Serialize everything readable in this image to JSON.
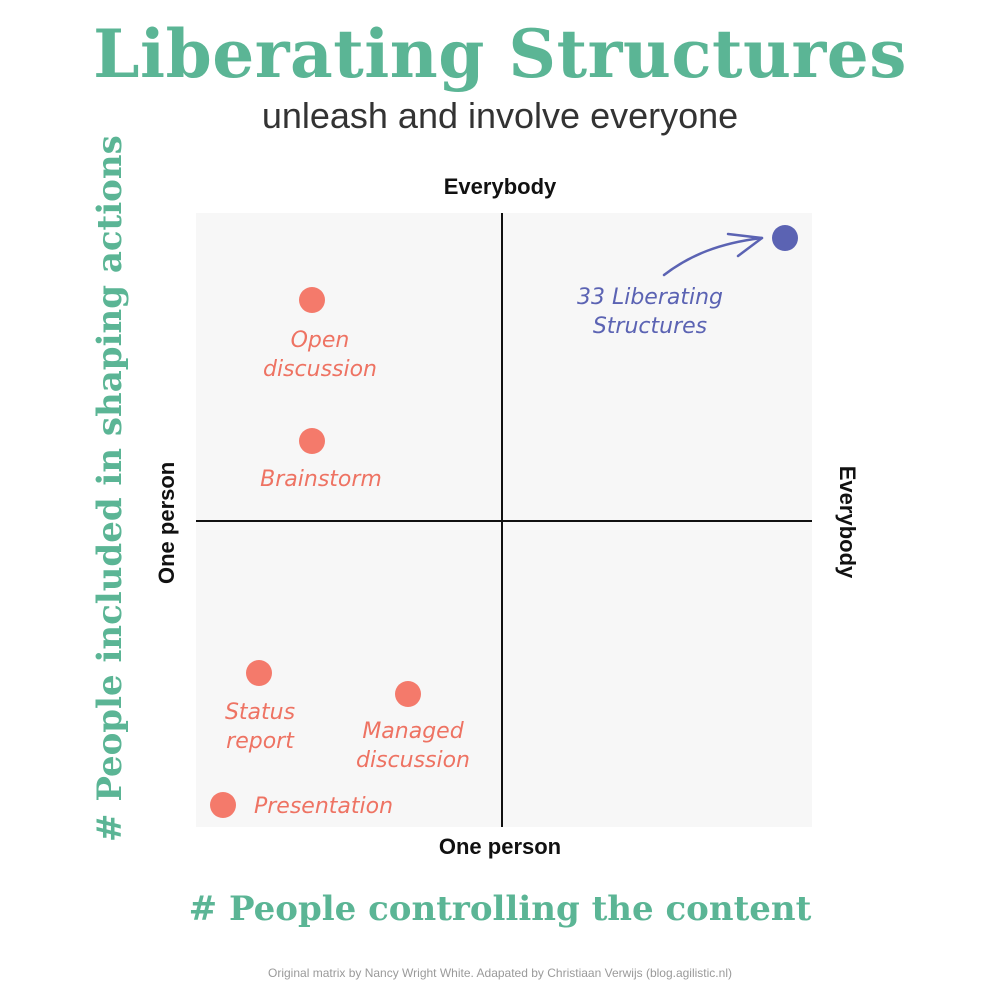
{
  "title": "Liberating Structures",
  "subtitle": "unleash and involve everyone",
  "axes": {
    "top": "Everybody",
    "bottom": "One person",
    "left": "One person",
    "right": "Everybody",
    "y_title": "# People included in shaping actions",
    "x_title": "# People controlling the content"
  },
  "points": {
    "open_discussion": "Open\ndiscussion",
    "brainstorm": "Brainstorm",
    "status_report": "Status\nreport",
    "managed_discussion": "Managed\ndiscussion",
    "presentation": "Presentation",
    "liberating_structures": "33 Liberating\nStructures"
  },
  "colors": {
    "accent_green": "#5bb595",
    "point_red": "#f47a6b",
    "point_blue": "#5b63b3"
  },
  "footer": "Original matrix by Nancy Wright White. Adapated by Christiaan Verwijs (blog.agilistic.nl)"
}
